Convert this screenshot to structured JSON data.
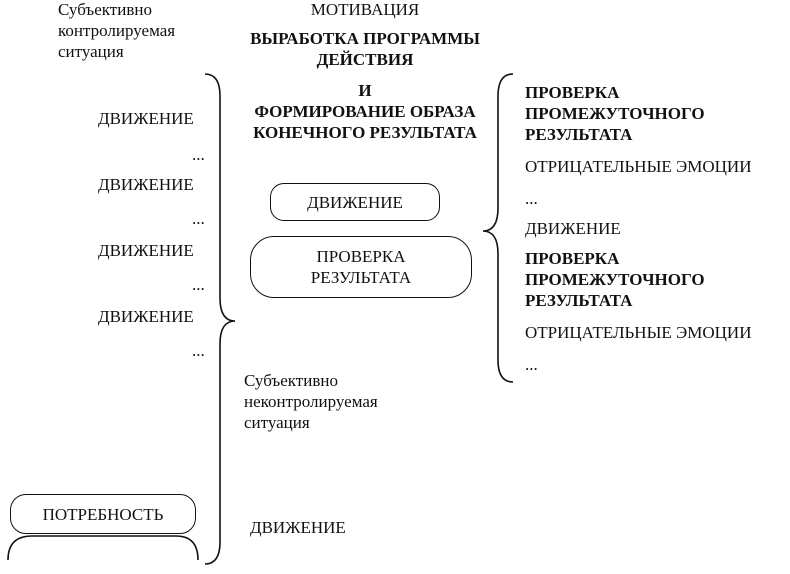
{
  "top_left": {
    "line1": "Субъективно",
    "line2": "контролируемая",
    "line3": "ситуация"
  },
  "motivation": "МОТИВАЦИЯ",
  "program": {
    "line1": "ВЫРАБОТКА ПРОГРАММЫ",
    "line2": "ДЕЙСТВИЯ",
    "line3": "И",
    "line4": "ФОРМИРОВАНИЕ ОБРАЗА",
    "line5": "КОНЕЧНОГО РЕЗУЛЬТАТА"
  },
  "left_column": [
    {
      "text": "ДВИЖЕНИЕ"
    },
    {
      "text": "..."
    },
    {
      "text": "ДВИЖЕНИЕ"
    },
    {
      "text": "..."
    },
    {
      "text": "ДВИЖЕНИЕ"
    },
    {
      "text": "..."
    },
    {
      "text": "ДВИЖЕНИЕ"
    },
    {
      "text": "..."
    }
  ],
  "center_movement_box": "ДВИЖЕНИЕ",
  "check_result_box": {
    "line1": "ПРОВЕРКА",
    "line2": "РЕЗУЛЬТАТА"
  },
  "right_column": {
    "check1": {
      "line1": "ПРОВЕРКА",
      "line2": "ПРОМЕЖУТОЧНОГО",
      "line3": "РЕЗУЛЬТАТА"
    },
    "neg1": "ОТРИЦАТЕЛЬНЫЕ ЭМОЦИИ",
    "ellipsis1": "...",
    "movement": "ДВИЖЕНИЕ",
    "check2": {
      "line1": "ПРОВЕРКА",
      "line2": "ПРОМЕЖУТОЧНОГО",
      "line3": "РЕЗУЛЬТАТА"
    },
    "neg2": "ОТРИЦАТЕЛЬНЫЕ ЭМОЦИИ",
    "ellipsis2": "..."
  },
  "uncontrolled": {
    "line1": "Субъективно",
    "line2": "неконтролируемая",
    "line3": "ситуация"
  },
  "need_box": "ПОТРЕБНОСТЬ",
  "bottom_movement": "ДВИЖЕНИЕ"
}
